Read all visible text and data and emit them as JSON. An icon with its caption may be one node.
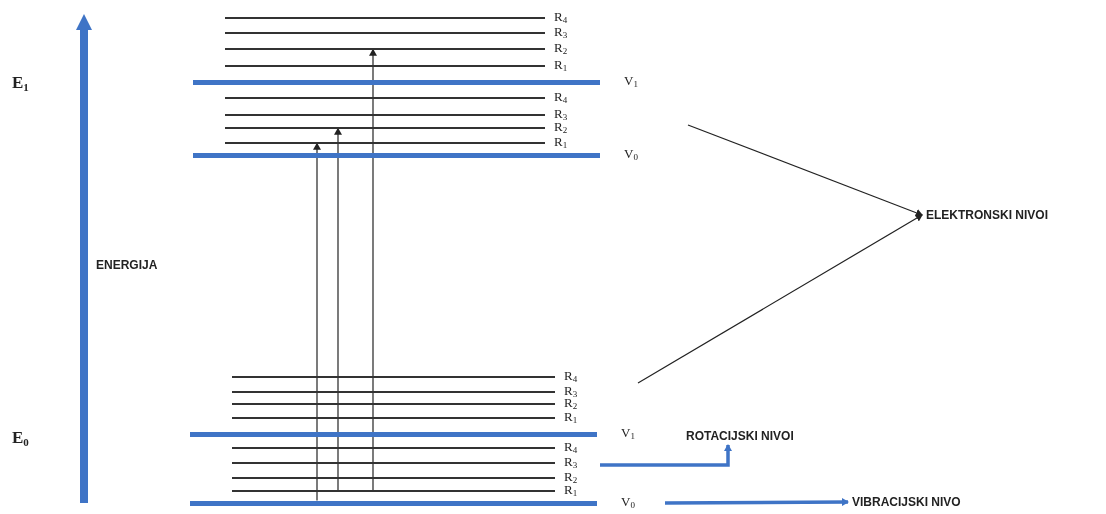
{
  "diagram": {
    "nodes": [
      {
        "text": [
          "R$_{4}$"
        ]
      },
      {
        "text": [
          "R$_{3}$"
        ]
      },
      {
        "text": [
          "R$_{2}$"
        ]
      },
      {
        "text": [
          "R$_{1}$"
        ]
      },
      {
        "text": [
          "V$_{1}$"
        ]
      },
      {
        "text": [
          "R$_{4}$"
        ]
      },
      {
        "text": [
          "R$_{3}$"
        ]
      },
      {
        "text": [
          "R$_{2}$"
        ]
      },
      {
        "text": [
          "R$_{1}$"
        ]
      },
      {
        "text": [
          "V$_{0}$"
        ]
      },
      {
        "text": [
          "R$_{4}$"
        ]
      },
      {
        "text": [
          "R$_{3}$"
        ]
      },
      {
        "text": [
          "R$_{2}$"
        ]
      },
      {
        "text": [
          "R$_{1}$"
        ]
      },
      {
        "text": [
          "V$_{1}$"
        ]
      },
      {
        "text": [
          "R$_{4}$"
        ]
      },
      {
        "text": [
          "R$_{3}$"
        ]
      },
      {
        "text": [
          "R$_{2}$"
        ]
      },
      {
        "text": [
          "R$_{1}$"
        ]
      },
      {
        "text": [
          "V$_{0}$"
        ]
      },
      {
        "text": [
          "ELEKTRONSKI NIVOI"
        ]
      },
      {
        "text": [
          "ROTACIJSKI NIVOI"
        ]
      },
      {
        "text": [
          "VIBRACIJSKI NIVO"
        ]
      }
    ],
    "edges": [
      {
        "from": 19,
        "to": 8,
        "arrow": "to"
      },
      {
        "from": 18,
        "to": 7,
        "arrow": "to"
      },
      {
        "from": 18,
        "to": 2,
        "arrow": "to"
      },
      {
        "from": null,
        "to": 20,
        "arrow": "to"
      },
      {
        "from": null,
        "to": 20,
        "arrow": "to"
      },
      {
        "from": null,
        "to": 21,
        "arrow": "to",
        "style": "thick",
        "color": "#3f74c6"
      },
      {
        "from": null,
        "to": 22,
        "arrow": "to",
        "style": "thick",
        "color": "#3f74c6"
      }
    ],
    "labels": [
      "E$_{1}$",
      "ENERGIJA",
      "E$_{0}$"
    ]
  }
}
